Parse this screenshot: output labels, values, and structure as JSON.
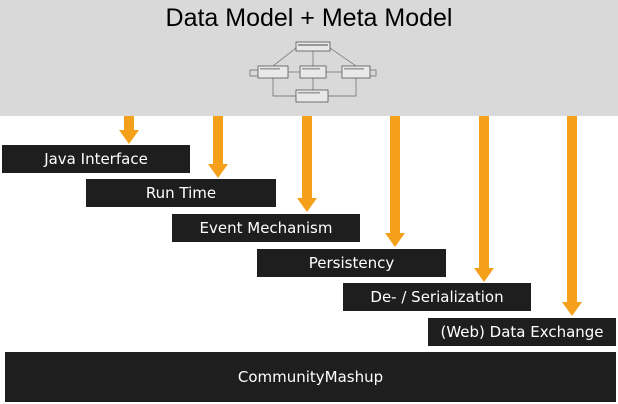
{
  "header": {
    "title": "Data Model + Meta Model",
    "diagram_icon": "uml-class-diagram-thumbnail"
  },
  "layers": [
    {
      "label": "Java Interface"
    },
    {
      "label": "Run Time"
    },
    {
      "label": "Event Mechanism"
    },
    {
      "label": "Persistency"
    },
    {
      "label": "De- / Serialization"
    },
    {
      "label": "(Web) Data Exchange"
    }
  ],
  "base": {
    "label": "CommunityMashup"
  },
  "colors": {
    "header_bg": "#d9d9d9",
    "box_bg": "#1e1e1e",
    "arrow": "#f5a01a",
    "text": "#ffffff"
  }
}
